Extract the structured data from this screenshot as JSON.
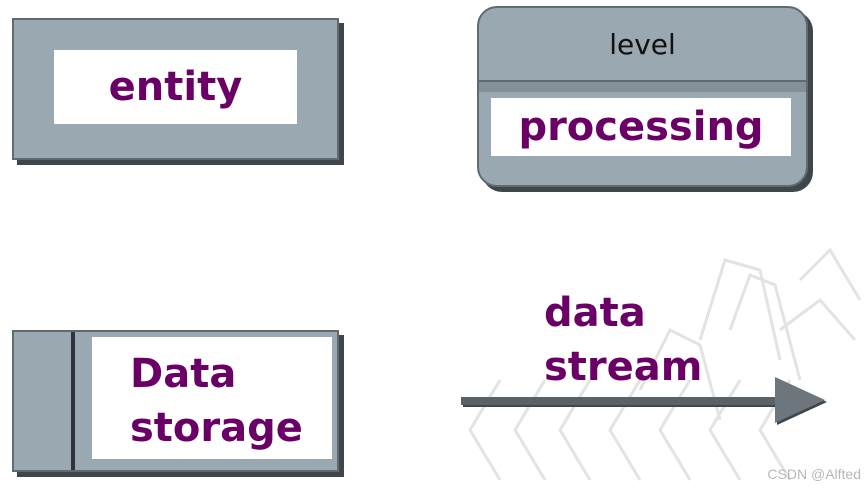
{
  "diagram": {
    "entity": {
      "label": "entity"
    },
    "processing": {
      "level_label": "level",
      "label": "processing"
    },
    "data_storage": {
      "line1": "Data",
      "line2": "storage"
    },
    "data_stream": {
      "line1": "data",
      "line2": "stream"
    }
  },
  "watermark": {
    "text": "CSDN @Alfted"
  },
  "colors": {
    "label": "#6a0066",
    "box_fill": "#99a8b1",
    "box_border": "#5f6b73",
    "shadow": "#3f474d",
    "arrow": "#5a6268"
  }
}
